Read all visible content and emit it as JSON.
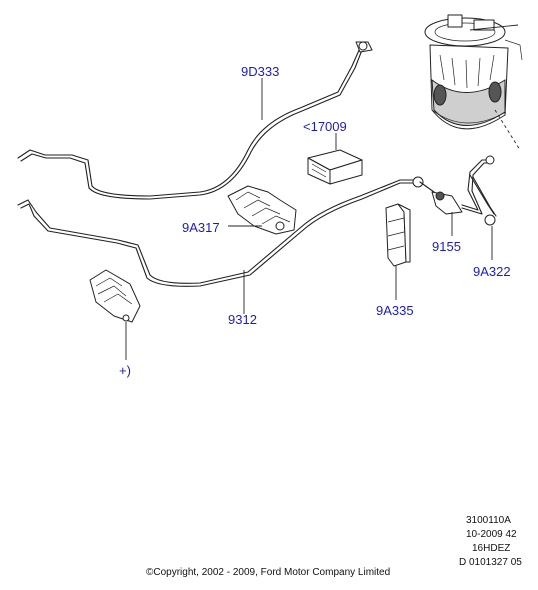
{
  "callouts": {
    "fuel_line_9D333": "9D333",
    "filter_17009": "<17009",
    "clip_9A317": "9A317",
    "fuel_line_9312": "9312",
    "pump_9155": "9155",
    "bracket_9A335": "9A335",
    "connector_9A322": "9A322",
    "clip_plus": "+)"
  },
  "drawing_info": {
    "line1": "3100110A",
    "line2": "10-2009 42",
    "line3": "16HDEZ",
    "line4": "D 0101327 05"
  },
  "copyright": "©Copyright, 2002 - 2009, Ford Motor Company Limited",
  "colors": {
    "callout": "#1a1acc",
    "line_art": "#222222"
  }
}
